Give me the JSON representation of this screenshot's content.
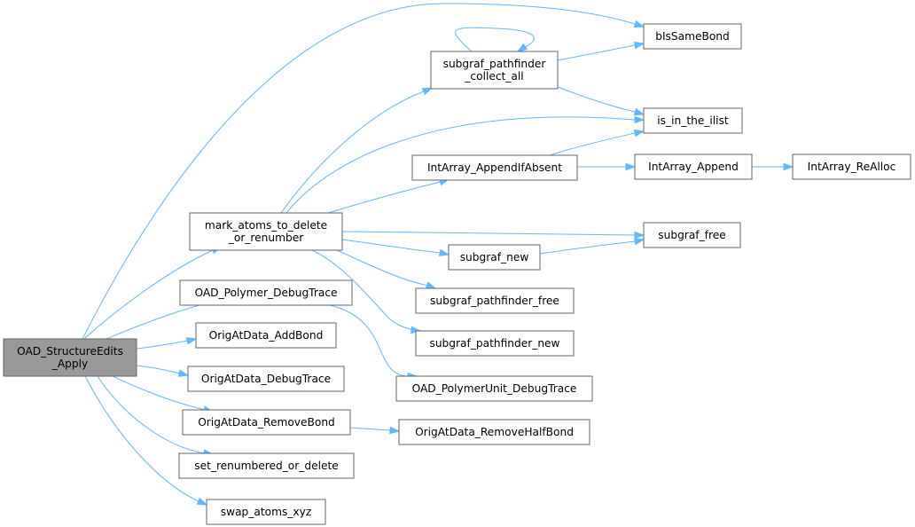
{
  "graph": {
    "nodes": {
      "root": {
        "lines": [
          "OAD_StructureEdits",
          "_Apply"
        ]
      },
      "mark_atoms": {
        "lines": [
          "mark_atoms_to_delete",
          "_or_renumber"
        ]
      },
      "polymer_debug": {
        "lines": [
          "OAD_Polymer_DebugTrace"
        ]
      },
      "orig_addbond": {
        "lines": [
          "OrigAtData_AddBond"
        ]
      },
      "orig_debug": {
        "lines": [
          "OrigAtData_DebugTrace"
        ]
      },
      "orig_removebond": {
        "lines": [
          "OrigAtData_RemoveBond"
        ]
      },
      "set_renumbered": {
        "lines": [
          "set_renumbered_or_delete"
        ]
      },
      "swap_atoms": {
        "lines": [
          "swap_atoms_xyz"
        ]
      },
      "pathfinder_collect": {
        "lines": [
          "subgraf_pathfinder",
          "_collect_all"
        ]
      },
      "intarray_append_abs": {
        "lines": [
          "IntArray_AppendIfAbsent"
        ]
      },
      "subgraf_new": {
        "lines": [
          "subgraf_new"
        ]
      },
      "pathfinder_free": {
        "lines": [
          "subgraf_pathfinder_free"
        ]
      },
      "pathfinder_new": {
        "lines": [
          "subgraf_pathfinder_new"
        ]
      },
      "polymerunit_debug": {
        "lines": [
          "OAD_PolymerUnit_DebugTrace"
        ]
      },
      "orig_removehalf": {
        "lines": [
          "OrigAtData_RemoveHalfBond"
        ]
      },
      "bissamebond": {
        "lines": [
          "bIsSameBond"
        ]
      },
      "is_in_ilist": {
        "lines": [
          "is_in_the_ilist"
        ]
      },
      "intarray_append": {
        "lines": [
          "IntArray_Append"
        ]
      },
      "intarray_realloc": {
        "lines": [
          "IntArray_ReAlloc"
        ]
      },
      "subgraf_free": {
        "lines": [
          "subgraf_free"
        ]
      }
    },
    "edges": [
      [
        "root",
        "bissamebond"
      ],
      [
        "root",
        "mark_atoms"
      ],
      [
        "root",
        "polymer_debug"
      ],
      [
        "root",
        "orig_addbond"
      ],
      [
        "root",
        "orig_debug"
      ],
      [
        "root",
        "orig_removebond"
      ],
      [
        "root",
        "set_renumbered"
      ],
      [
        "root",
        "swap_atoms"
      ],
      [
        "mark_atoms",
        "pathfinder_collect"
      ],
      [
        "mark_atoms",
        "is_in_ilist"
      ],
      [
        "mark_atoms",
        "intarray_append_abs"
      ],
      [
        "mark_atoms",
        "subgraf_free"
      ],
      [
        "mark_atoms",
        "subgraf_new"
      ],
      [
        "mark_atoms",
        "pathfinder_free"
      ],
      [
        "mark_atoms",
        "pathfinder_new"
      ],
      [
        "pathfinder_collect",
        "pathfinder_collect"
      ],
      [
        "pathfinder_collect",
        "bissamebond"
      ],
      [
        "pathfinder_collect",
        "is_in_ilist"
      ],
      [
        "intarray_append_abs",
        "is_in_ilist"
      ],
      [
        "intarray_append_abs",
        "intarray_append"
      ],
      [
        "intarray_append",
        "intarray_realloc"
      ],
      [
        "subgraf_new",
        "subgraf_free"
      ],
      [
        "polymer_debug",
        "polymerunit_debug"
      ],
      [
        "orig_removebond",
        "orig_removehalf"
      ]
    ]
  }
}
